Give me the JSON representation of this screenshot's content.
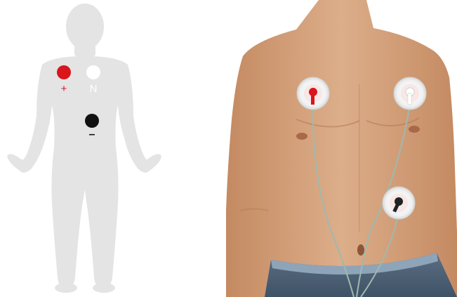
{
  "diagram": {
    "electrodes": [
      {
        "id": "positive",
        "label": "+",
        "color": "#d9161c",
        "label_color": "#d9161c"
      },
      {
        "id": "neutral",
        "label": "N",
        "color": "#ffffff",
        "label_color": "#ffffff"
      },
      {
        "id": "negative",
        "label": "–",
        "color": "#111111",
        "label_color": "#111111"
      }
    ],
    "silhouette_color": "#e4e4e4"
  },
  "photo": {
    "electrodes": [
      {
        "id": "positive",
        "snap_color": "#d9161c"
      },
      {
        "id": "neutral",
        "snap_color": "#ffffff"
      },
      {
        "id": "negative",
        "snap_color": "#222222"
      }
    ],
    "lead_wire_color": "#9fb9ae",
    "skin_color": "#d9a57f"
  }
}
